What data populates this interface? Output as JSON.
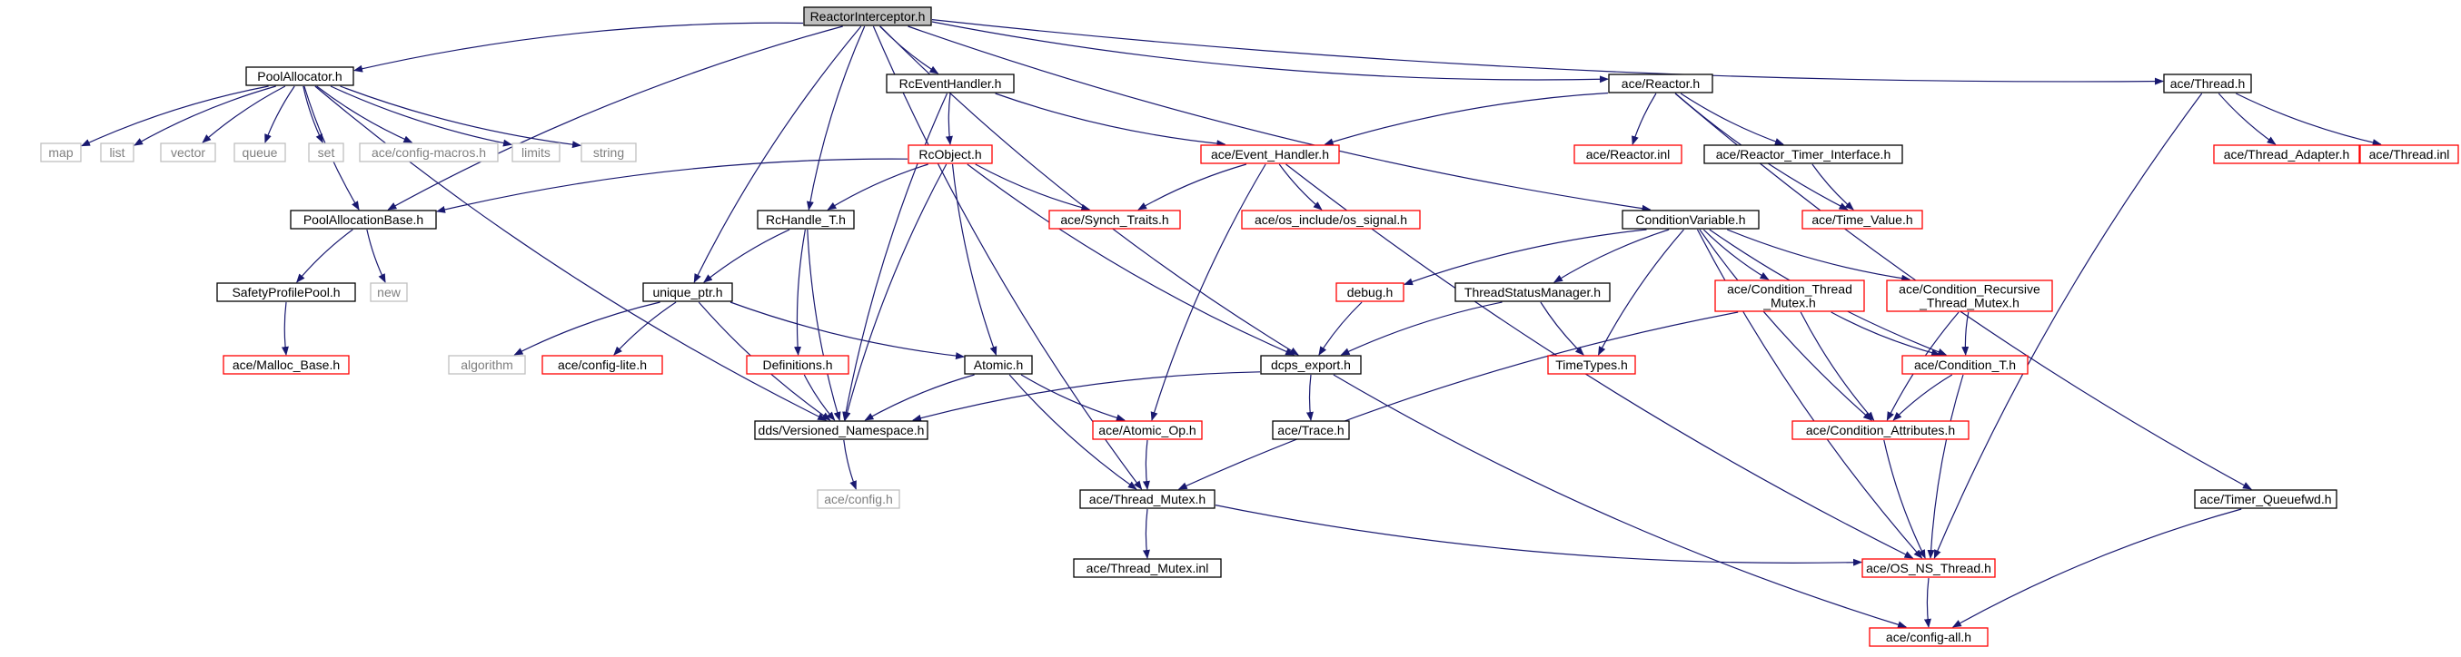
{
  "colors": {
    "edge": "#191970",
    "normal_border": "#000000",
    "missing_border": "#bfbfbf",
    "red_border": "#ff0000",
    "root_fill": "#bfbfbf",
    "text": "#000000",
    "missing_text": "#7f7f7f"
  },
  "nodes": [
    {
      "id": "root",
      "label": "ReactorInterceptor.h",
      "kind": "root"
    },
    {
      "id": "poolallocator",
      "label": "PoolAllocator.h",
      "kind": "normal"
    },
    {
      "id": "rceventhandler",
      "label": "RcEventHandler.h",
      "kind": "normal"
    },
    {
      "id": "reactor",
      "label": "ace/Reactor.h",
      "kind": "normal"
    },
    {
      "id": "thread",
      "label": "ace/Thread.h",
      "kind": "normal"
    },
    {
      "id": "map",
      "label": "map",
      "kind": "missing"
    },
    {
      "id": "list",
      "label": "list",
      "kind": "missing"
    },
    {
      "id": "vector",
      "label": "vector",
      "kind": "missing"
    },
    {
      "id": "queue",
      "label": "queue",
      "kind": "missing"
    },
    {
      "id": "set",
      "label": "set",
      "kind": "missing"
    },
    {
      "id": "configmacros",
      "label": "ace/config-macros.h",
      "kind": "missing"
    },
    {
      "id": "limits",
      "label": "limits",
      "kind": "missing"
    },
    {
      "id": "string",
      "label": "string",
      "kind": "missing"
    },
    {
      "id": "rcobject",
      "label": "RcObject.h",
      "kind": "red"
    },
    {
      "id": "eventhandler",
      "label": "ace/Event_Handler.h",
      "kind": "red"
    },
    {
      "id": "reactorinl",
      "label": "ace/Reactor.inl",
      "kind": "red"
    },
    {
      "id": "reactortimer",
      "label": "ace/Reactor_Timer_Interface.h",
      "kind": "normal"
    },
    {
      "id": "threadadapter",
      "label": "ace/Thread_Adapter.h",
      "kind": "red"
    },
    {
      "id": "threadinl",
      "label": "ace/Thread.inl",
      "kind": "red"
    },
    {
      "id": "poolallocbase",
      "label": "PoolAllocationBase.h",
      "kind": "normal"
    },
    {
      "id": "rchandle",
      "label": "RcHandle_T.h",
      "kind": "normal"
    },
    {
      "id": "synchtraits",
      "label": "ace/Synch_Traits.h",
      "kind": "red"
    },
    {
      "id": "ossignal",
      "label": "ace/os_include/os_signal.h",
      "kind": "red"
    },
    {
      "id": "timevalue",
      "label": "ace/Time_Value.h",
      "kind": "red"
    },
    {
      "id": "condvar",
      "label": "ConditionVariable.h",
      "kind": "normal"
    },
    {
      "id": "safetypool",
      "label": "SafetyProfilePool.h",
      "kind": "normal"
    },
    {
      "id": "new",
      "label": "new",
      "kind": "missing"
    },
    {
      "id": "uniqueptr",
      "label": "unique_ptr.h",
      "kind": "normal"
    },
    {
      "id": "debug",
      "label": "debug.h",
      "kind": "red"
    },
    {
      "id": "threadstatus",
      "label": "ThreadStatusManager.h",
      "kind": "normal"
    },
    {
      "id": "condthreadmutex",
      "label": "ace/Condition_Thread\n_Mutex.h",
      "kind": "red"
    },
    {
      "id": "condrecursive",
      "label": "ace/Condition_Recursive\n_Thread_Mutex.h",
      "kind": "red"
    },
    {
      "id": "mallocbase",
      "label": "ace/Malloc_Base.h",
      "kind": "red"
    },
    {
      "id": "algorithm",
      "label": "algorithm",
      "kind": "missing"
    },
    {
      "id": "configlite",
      "label": "ace/config-lite.h",
      "kind": "red"
    },
    {
      "id": "definitions",
      "label": "Definitions.h",
      "kind": "red"
    },
    {
      "id": "atomic",
      "label": "Atomic.h",
      "kind": "normal"
    },
    {
      "id": "dcpsexport",
      "label": "dcps_export.h",
      "kind": "normal"
    },
    {
      "id": "timetypes",
      "label": "TimeTypes.h",
      "kind": "red"
    },
    {
      "id": "condT",
      "label": "ace/Condition_T.h",
      "kind": "red"
    },
    {
      "id": "versioned",
      "label": "dds/Versioned_Namespace.h",
      "kind": "normal"
    },
    {
      "id": "atomicop",
      "label": "ace/Atomic_Op.h",
      "kind": "red"
    },
    {
      "id": "trace",
      "label": "ace/Trace.h",
      "kind": "normal"
    },
    {
      "id": "condattr",
      "label": "ace/Condition_Attributes.h",
      "kind": "red"
    },
    {
      "id": "configh",
      "label": "ace/config.h",
      "kind": "missing"
    },
    {
      "id": "threadmutex",
      "label": "ace/Thread_Mutex.h",
      "kind": "normal"
    },
    {
      "id": "timerqueuefwd",
      "label": "ace/Timer_Queuefwd.h",
      "kind": "normal"
    },
    {
      "id": "threadmutexinl",
      "label": "ace/Thread_Mutex.inl",
      "kind": "normal"
    },
    {
      "id": "osnsthread",
      "label": "ace/OS_NS_Thread.h",
      "kind": "red"
    },
    {
      "id": "configall",
      "label": "ace/config-all.h",
      "kind": "red"
    }
  ],
  "edges": [
    [
      "root",
      "poolallocator"
    ],
    [
      "root",
      "rceventhandler"
    ],
    [
      "root",
      "reactor"
    ],
    [
      "root",
      "thread"
    ],
    [
      "root",
      "poolallocbase"
    ],
    [
      "root",
      "rchandle"
    ],
    [
      "root",
      "uniqueptr"
    ],
    [
      "root",
      "condvar"
    ],
    [
      "root",
      "dcpsexport"
    ],
    [
      "root",
      "threadmutex"
    ],
    [
      "poolallocator",
      "map"
    ],
    [
      "poolallocator",
      "list"
    ],
    [
      "poolallocator",
      "vector"
    ],
    [
      "poolallocator",
      "queue"
    ],
    [
      "poolallocator",
      "set"
    ],
    [
      "poolallocator",
      "configmacros"
    ],
    [
      "poolallocator",
      "limits"
    ],
    [
      "poolallocator",
      "string"
    ],
    [
      "poolallocator",
      "poolallocbase"
    ],
    [
      "poolallocator",
      "versioned"
    ],
    [
      "rceventhandler",
      "rcobject"
    ],
    [
      "rceventhandler",
      "eventhandler"
    ],
    [
      "rceventhandler",
      "versioned"
    ],
    [
      "reactor",
      "eventhandler"
    ],
    [
      "reactor",
      "reactorinl"
    ],
    [
      "reactor",
      "reactortimer"
    ],
    [
      "reactor",
      "timevalue"
    ],
    [
      "reactor",
      "timerqueuefwd"
    ],
    [
      "thread",
      "threadadapter"
    ],
    [
      "thread",
      "threadinl"
    ],
    [
      "thread",
      "osnsthread"
    ],
    [
      "rcobject",
      "poolallocbase"
    ],
    [
      "rcobject",
      "rchandle"
    ],
    [
      "rcobject",
      "synchtraits"
    ],
    [
      "rcobject",
      "atomic"
    ],
    [
      "rcobject",
      "dcpsexport"
    ],
    [
      "rcobject",
      "versioned"
    ],
    [
      "eventhandler",
      "synchtraits"
    ],
    [
      "eventhandler",
      "ossignal"
    ],
    [
      "eventhandler",
      "atomicop"
    ],
    [
      "eventhandler",
      "osnsthread"
    ],
    [
      "reactortimer",
      "timevalue"
    ],
    [
      "poolallocbase",
      "safetypool"
    ],
    [
      "poolallocbase",
      "new"
    ],
    [
      "safetypool",
      "mallocbase"
    ],
    [
      "rchandle",
      "uniqueptr"
    ],
    [
      "rchandle",
      "definitions"
    ],
    [
      "rchandle",
      "versioned"
    ],
    [
      "uniqueptr",
      "algorithm"
    ],
    [
      "uniqueptr",
      "configlite"
    ],
    [
      "uniqueptr",
      "atomic"
    ],
    [
      "uniqueptr",
      "versioned"
    ],
    [
      "definitions",
      "versioned"
    ],
    [
      "atomic",
      "versioned"
    ],
    [
      "atomic",
      "atomicop"
    ],
    [
      "atomic",
      "threadmutex"
    ],
    [
      "condvar",
      "debug"
    ],
    [
      "condvar",
      "threadstatus"
    ],
    [
      "condvar",
      "timetypes"
    ],
    [
      "condvar",
      "condthreadmutex"
    ],
    [
      "condvar",
      "condrecursive"
    ],
    [
      "condvar",
      "condT"
    ],
    [
      "condvar",
      "condattr"
    ],
    [
      "condvar",
      "osnsthread"
    ],
    [
      "debug",
      "dcpsexport"
    ],
    [
      "threadstatus",
      "dcpsexport"
    ],
    [
      "threadstatus",
      "timetypes"
    ],
    [
      "condthreadmutex",
      "condT"
    ],
    [
      "condthreadmutex",
      "condattr"
    ],
    [
      "condthreadmutex",
      "threadmutex"
    ],
    [
      "condrecursive",
      "condT"
    ],
    [
      "condrecursive",
      "condattr"
    ],
    [
      "condT",
      "condattr"
    ],
    [
      "condT",
      "osnsthread"
    ],
    [
      "dcpsexport",
      "versioned"
    ],
    [
      "dcpsexport",
      "trace"
    ],
    [
      "dcpsexport",
      "configall"
    ],
    [
      "versioned",
      "configh"
    ],
    [
      "atomicop",
      "threadmutex"
    ],
    [
      "condattr",
      "osnsthread"
    ],
    [
      "threadmutex",
      "threadmutexinl"
    ],
    [
      "threadmutex",
      "osnsthread"
    ],
    [
      "timerqueuefwd",
      "configall"
    ],
    [
      "osnsthread",
      "configall"
    ]
  ]
}
